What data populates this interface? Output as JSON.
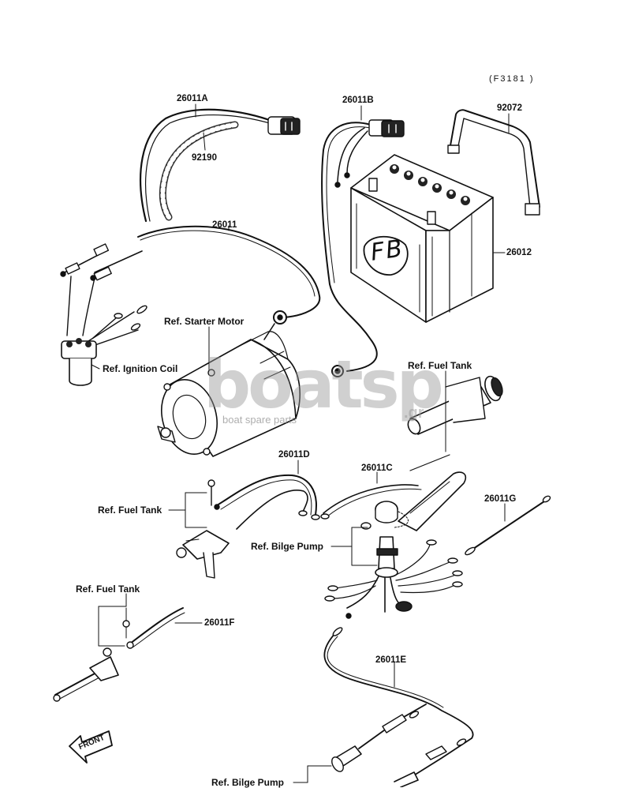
{
  "figure_code": "(F3181 )",
  "parts": {
    "p26011A": "26011A",
    "p92190": "92190",
    "p26011B": "26011B",
    "p92072": "92072",
    "p26011": "26011",
    "p26012": "26012",
    "p26011D": "26011D",
    "p26011C": "26011C",
    "p26011G": "26011G",
    "p26011F": "26011F",
    "p26011E": "26011E"
  },
  "refs": {
    "starter_motor": "Ref. Starter Motor",
    "ignition_coil": "Ref. Ignition Coil",
    "fuel_tank_1": "Ref. Fuel Tank",
    "fuel_tank_2": "Ref. Fuel Tank",
    "fuel_tank_3": "Ref. Fuel Tank",
    "bilge_pump_1": "Ref. Bilge Pump",
    "bilge_pump_2": "Ref. Bilge Pump"
  },
  "battery_logo": "FB",
  "front_arrow": "FRONT",
  "watermark": {
    "main": "boatsp",
    "sub": "boat spare parts",
    "suffix": ".gr"
  }
}
